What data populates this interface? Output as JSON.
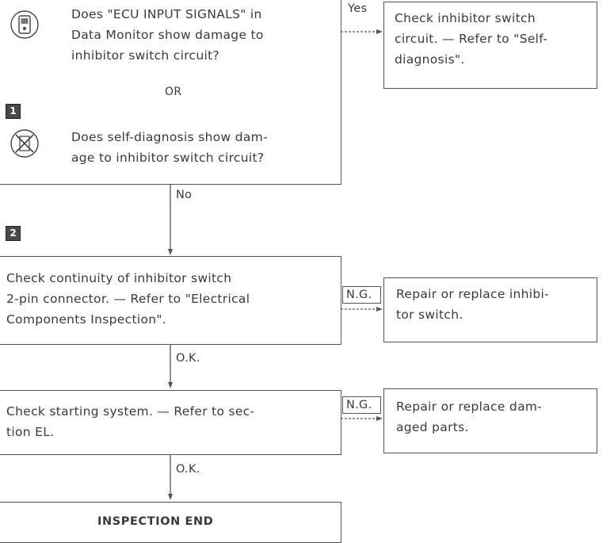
{
  "step1": {
    "question_a": "Does \"ECU INPUT SIGNALS\" in\nData Monitor show damage to\ninhibitor switch circuit?",
    "or_label": "OR",
    "question_b": "Does self-diagnosis show dam-\nage to inhibitor switch circuit?",
    "yes_label": "Yes",
    "yes_action": "Check inhibitor switch\ncircuit. — Refer to \"Self-\ndiagnosis\".",
    "no_label": "No"
  },
  "step2": {
    "check": "Check continuity of inhibitor switch\n2-pin connector. — Refer to \"Electrical\nComponents Inspection\".",
    "ng_label": "N.G.",
    "ng_action": "Repair or replace inhibi-\ntor switch.",
    "ok_label": "O.K."
  },
  "step3": {
    "check": "Check starting system. — Refer to sec-\ntion EL.",
    "ng_label": "N.G.",
    "ng_action": "Repair or replace dam-\naged parts.",
    "ok_label": "O.K."
  },
  "end_label": "INSPECTION END",
  "badges": {
    "one": "1",
    "two": "2"
  },
  "icons": {
    "monitor": "consult-tester-icon",
    "no_tools": "no-tools-icon"
  }
}
